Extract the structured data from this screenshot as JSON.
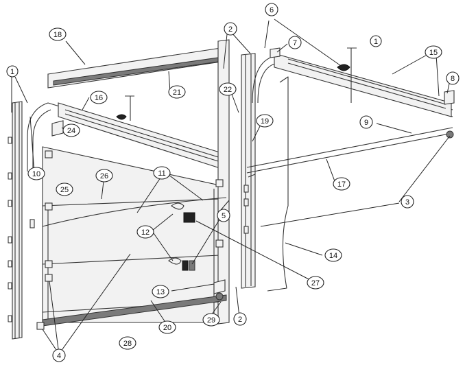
{
  "callouts": [
    {
      "label": "1"
    },
    {
      "label": "1"
    },
    {
      "label": "2"
    },
    {
      "label": "2"
    },
    {
      "label": "3"
    },
    {
      "label": "4"
    },
    {
      "label": "5"
    },
    {
      "label": "6"
    },
    {
      "label": "7"
    },
    {
      "label": "8"
    },
    {
      "label": "9"
    },
    {
      "label": "10"
    },
    {
      "label": "11"
    },
    {
      "label": "12"
    },
    {
      "label": "13"
    },
    {
      "label": "14"
    },
    {
      "label": "15"
    },
    {
      "label": "16"
    },
    {
      "label": "17"
    },
    {
      "label": "18"
    },
    {
      "label": "19"
    },
    {
      "label": "20"
    },
    {
      "label": "21"
    },
    {
      "label": "22"
    },
    {
      "label": "24"
    },
    {
      "label": "25"
    },
    {
      "label": "26"
    },
    {
      "label": "27"
    },
    {
      "label": "28"
    },
    {
      "label": "29"
    }
  ]
}
